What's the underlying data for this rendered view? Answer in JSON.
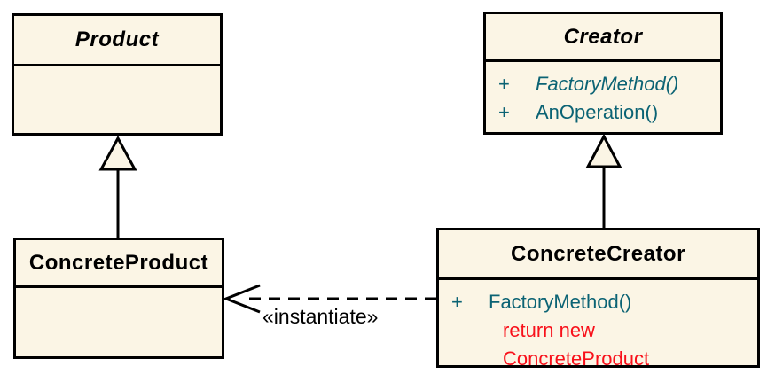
{
  "colors": {
    "box_fill": "#FBF5E5",
    "border": "#000000",
    "method_teal": "#0B6374",
    "note_red": "#F8101A",
    "background": "#FFFFFF"
  },
  "classes": {
    "product": {
      "title": "Product"
    },
    "creator": {
      "title": "Creator",
      "methods": [
        {
          "visibility": "+",
          "name": "FactoryMethod()"
        },
        {
          "visibility": "+",
          "name": "AnOperation()"
        }
      ]
    },
    "concrete_product": {
      "title": "ConcreteProduct"
    },
    "concrete_creator": {
      "title": "ConcreteCreator",
      "methods": [
        {
          "visibility": "+",
          "name": "FactoryMethod()"
        }
      ],
      "note_lines": [
        "return new",
        "ConcreteProduct"
      ]
    }
  },
  "relations": {
    "instantiate_label": "«instantiate»"
  }
}
